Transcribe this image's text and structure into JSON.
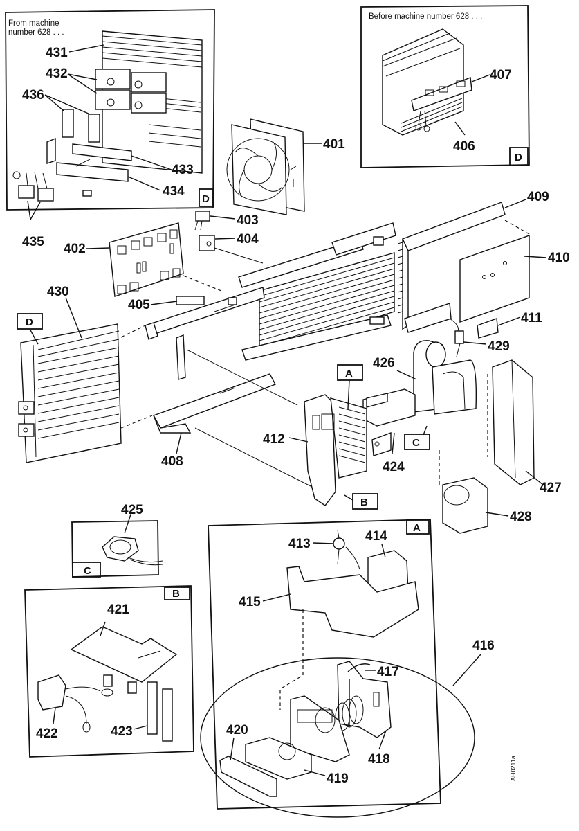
{
  "figure": {
    "drawing_code": "AH0211a",
    "insets": [
      {
        "id": "inset-from-628",
        "tag": "D",
        "note_line1": "From machine",
        "note_line2": "number  628  . . .",
        "parts": [
          "431",
          "432",
          "436",
          "433",
          "434",
          "435"
        ]
      },
      {
        "id": "inset-before-628",
        "tag": "D",
        "note": "Before machine number  628  . . .",
        "parts": [
          "407",
          "406"
        ]
      },
      {
        "id": "inset-c",
        "tag": "C",
        "parts": [
          "425"
        ]
      },
      {
        "id": "inset-b",
        "tag": "B",
        "parts": [
          "421",
          "422",
          "423"
        ]
      },
      {
        "id": "inset-a",
        "tag": "A",
        "parts": [
          "413",
          "414",
          "415",
          "416",
          "417",
          "418",
          "419",
          "420"
        ]
      }
    ],
    "reference_tags": {
      "a": "A",
      "b": "B",
      "c": "C",
      "d": "D"
    },
    "callouts": {
      "p401": "401",
      "p402": "402",
      "p403": "403",
      "p404": "404",
      "p405": "405",
      "p406": "406",
      "p407": "407",
      "p408": "408",
      "p409": "409",
      "p410": "410",
      "p411": "411",
      "p412": "412",
      "p413": "413",
      "p414": "414",
      "p415": "415",
      "p416": "416",
      "p417": "417",
      "p418": "418",
      "p419": "419",
      "p420": "420",
      "p421": "421",
      "p422": "422",
      "p423": "423",
      "p424": "424",
      "p425": "425",
      "p426": "426",
      "p427": "427",
      "p428": "428",
      "p429": "429",
      "p430": "430",
      "p431": "431",
      "p432": "432",
      "p433": "433",
      "p434": "434",
      "p435": "435",
      "p436": "436"
    }
  }
}
